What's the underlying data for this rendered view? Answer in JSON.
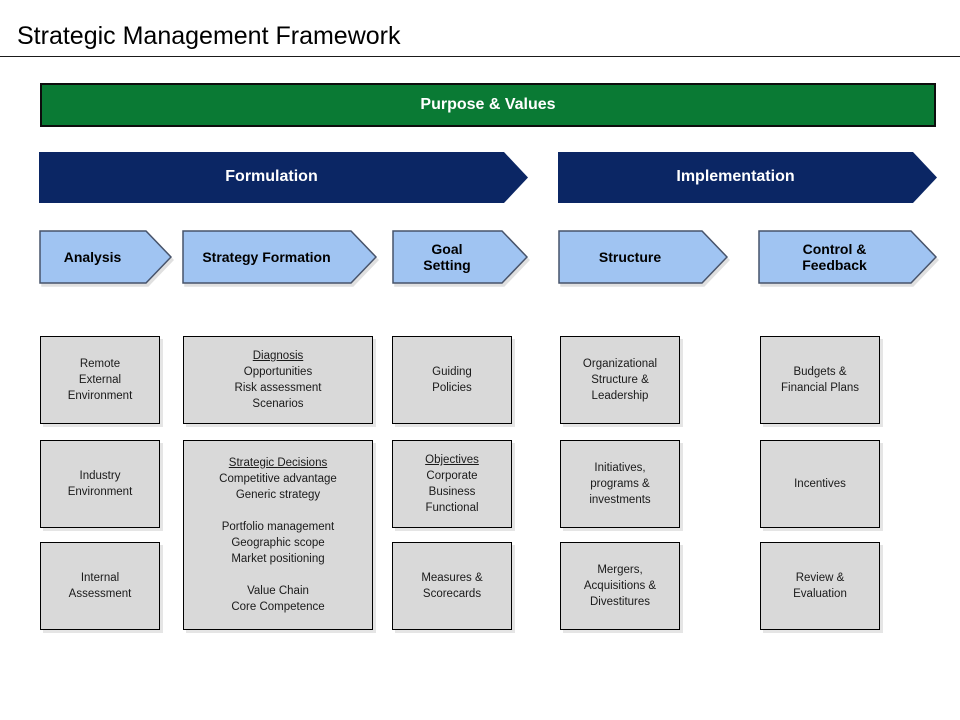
{
  "slide": {
    "title": "Strategic Management Framework"
  },
  "banner": {
    "label": "Purpose & Values"
  },
  "phases": [
    {
      "label": "Formulation"
    },
    {
      "label": "Implementation"
    }
  ],
  "steps": [
    {
      "label": "Analysis"
    },
    {
      "label": "Strategy Formation"
    },
    {
      "label": "Goal\nSetting"
    },
    {
      "label": "Structure"
    },
    {
      "label": "Control &\nFeedback"
    }
  ],
  "columns": [
    {
      "step": "Analysis",
      "boxes": [
        {
          "lines": [
            "Remote",
            "External",
            "Environment"
          ]
        },
        {
          "lines": [
            "Industry",
            "Environment"
          ]
        },
        {
          "lines": [
            "Internal",
            "Assessment"
          ]
        }
      ]
    },
    {
      "step": "Strategy Formation",
      "boxes": [
        {
          "lines": [
            {
              "text": "Diagnosis",
              "underline": true
            },
            "Opportunities",
            "Risk assessment",
            "Scenarios"
          ]
        },
        {
          "lines": [
            {
              "text": "Strategic Decisions",
              "underline": true
            },
            "Competitive advantage",
            "Generic strategy",
            "",
            "Portfolio management",
            "Geographic scope",
            "Market positioning",
            "",
            "Value Chain",
            "Core Competence"
          ]
        }
      ]
    },
    {
      "step": "Goal Setting",
      "boxes": [
        {
          "lines": [
            "Guiding",
            "Policies"
          ]
        },
        {
          "lines": [
            {
              "text": "Objectives",
              "underline": true
            },
            "Corporate",
            "Business",
            "Functional"
          ]
        },
        {
          "lines": [
            "Measures &",
            "Scorecards"
          ]
        }
      ]
    },
    {
      "step": "Structure",
      "boxes": [
        {
          "lines": [
            "Organizational",
            "Structure &",
            "Leadership"
          ]
        },
        {
          "lines": [
            "Initiatives,",
            "programs &",
            "investments"
          ]
        },
        {
          "lines": [
            "Mergers,",
            "Acquisitions &",
            "Divestitures"
          ]
        }
      ]
    },
    {
      "step": "Control & Feedback",
      "boxes": [
        {
          "lines": [
            "Budgets &",
            "Financial Plans"
          ]
        },
        {
          "lines": [
            "Incentives"
          ]
        },
        {
          "lines": [
            "Review &",
            "Evaluation"
          ]
        }
      ]
    }
  ],
  "colors": {
    "banner_green": "#0a7a34",
    "phase_navy": "#0b2664",
    "step_blue_fill": "#a0c4f2",
    "step_blue_border": "#47536a",
    "box_gray": "#d9d9d9"
  }
}
